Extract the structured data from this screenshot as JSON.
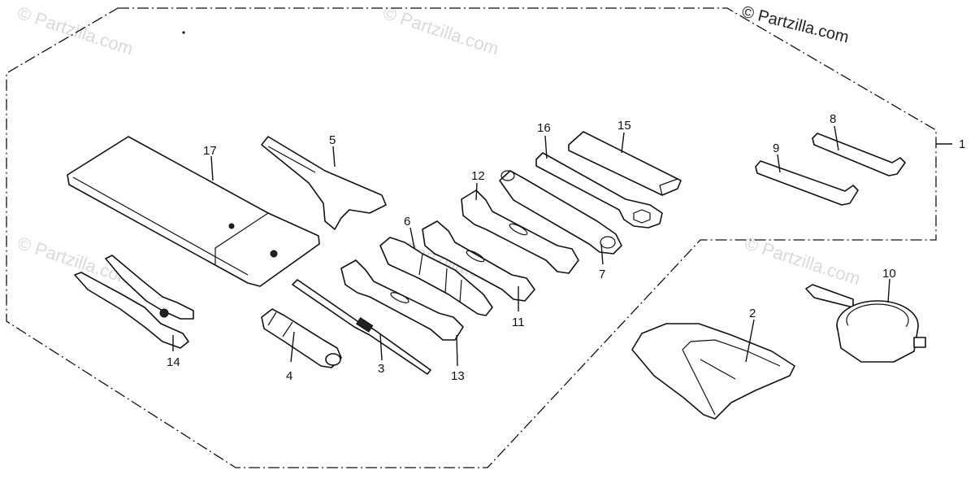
{
  "brand": "© Partzilla.com",
  "watermark": "© Partzilla.com",
  "callouts": [
    "1",
    "2",
    "3",
    "4",
    "5",
    "6",
    "7",
    "8",
    "9",
    "10",
    "11",
    "12",
    "13",
    "14",
    "15",
    "16",
    "17"
  ]
}
